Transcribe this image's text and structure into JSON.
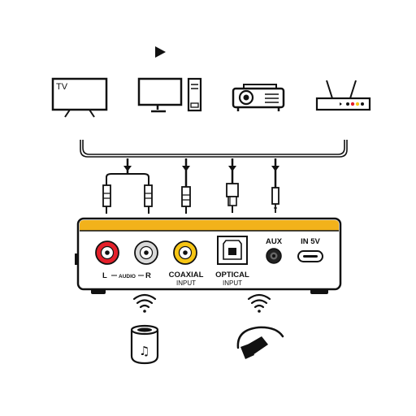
{
  "devices": {
    "tv_label": "TV"
  },
  "panel": {
    "audio_left": "L",
    "audio_word": "AUDIO",
    "audio_right": "R",
    "coaxial_line1": "COAXIAL",
    "coaxial_line2": "INPUT",
    "optical_line1": "OPTICAL",
    "optical_line2": "INPUT",
    "aux": "AUX",
    "power": "IN 5V"
  },
  "colors": {
    "accent_yellow": "#f2b21b",
    "rca_red": "#e4202a",
    "rca_white": "#d9d9d9",
    "rca_yellow": "#f6c514",
    "line": "#111111"
  },
  "icons": [
    "tv-icon",
    "play-icon",
    "computer-icon",
    "projector-icon",
    "router-icon",
    "speaker-icon",
    "headphones-icon",
    "wireless-signal-icon"
  ]
}
